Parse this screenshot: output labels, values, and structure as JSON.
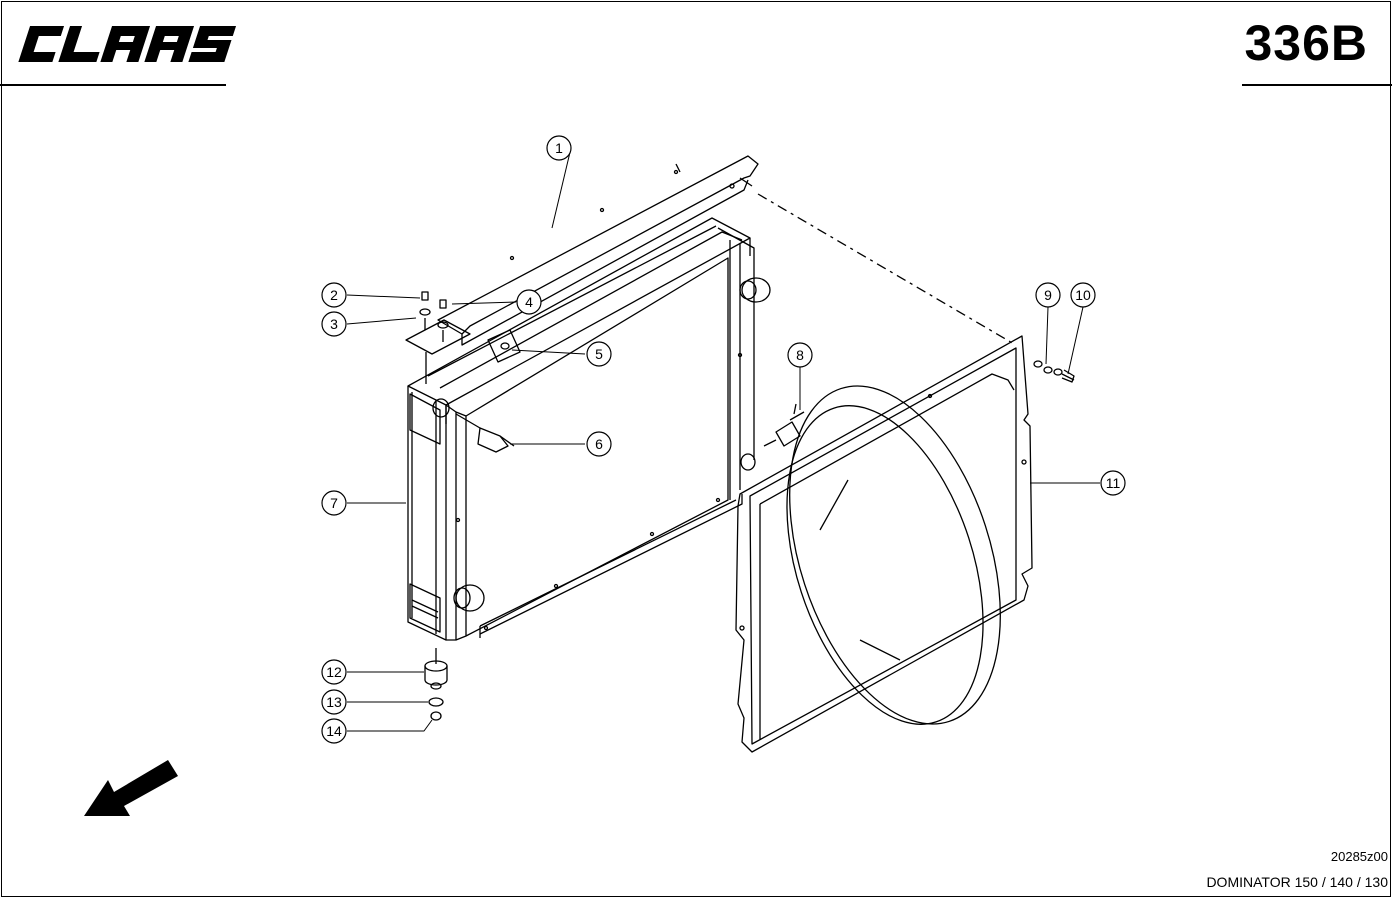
{
  "header": {
    "brand": "CLAAS",
    "sheet_number": "336B"
  },
  "callouts": [
    {
      "id": "callout-1",
      "label": "1"
    },
    {
      "id": "callout-2",
      "label": "2"
    },
    {
      "id": "callout-3",
      "label": "3"
    },
    {
      "id": "callout-4",
      "label": "4"
    },
    {
      "id": "callout-5",
      "label": "5"
    },
    {
      "id": "callout-6",
      "label": "6"
    },
    {
      "id": "callout-7",
      "label": "7"
    },
    {
      "id": "callout-8",
      "label": "8"
    },
    {
      "id": "callout-9",
      "label": "9"
    },
    {
      "id": "callout-10",
      "label": "10"
    },
    {
      "id": "callout-11",
      "label": "11"
    },
    {
      "id": "callout-12",
      "label": "12"
    },
    {
      "id": "callout-13",
      "label": "13"
    },
    {
      "id": "callout-14",
      "label": "14"
    }
  ],
  "footer": {
    "drawing_number": "20285z00",
    "model": "DOMINATOR 150 / 140 / 130"
  },
  "icons": {
    "direction_arrow": "travel-direction-arrow-icon"
  }
}
